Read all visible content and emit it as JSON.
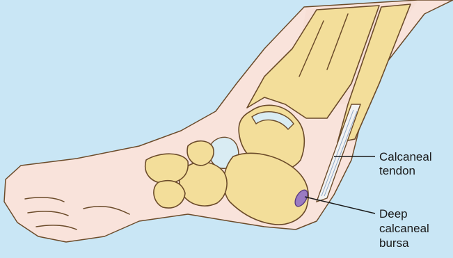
{
  "labels": {
    "tendon_line1": "Calcaneal",
    "tendon_line2": "tendon",
    "bursa_line1": "Deep",
    "bursa_line2": "calcaneal",
    "bursa_line3": "bursa"
  },
  "colors": {
    "background": "#c9e6f5",
    "skin": "#f9e3db",
    "bone": "#f3de9a",
    "cartilage": "#d9ecf3",
    "bursa": "#9a7bc2",
    "outline": "#6b4b2a"
  }
}
